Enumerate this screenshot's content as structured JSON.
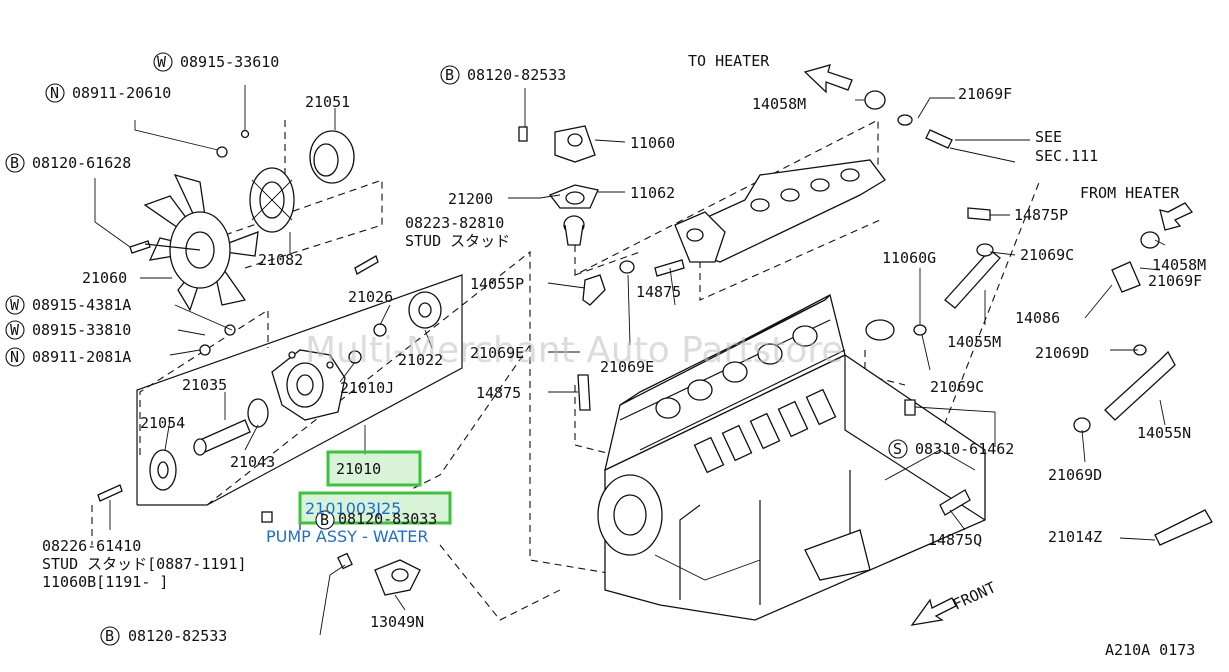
{
  "watermark": "Multi-Merchant Auto Partstore",
  "diagram_id": "A210A 0173",
  "highlight": {
    "part_label": "21010",
    "part_number": "2101003J25",
    "description": "PUMP ASSY - WATER"
  },
  "callouts": {
    "w_08915_33610": "08915-33610",
    "n_08911_20610": "08911-20610",
    "b_08120_61628": "08120-61628",
    "p21051": "21051",
    "p21082": "21082",
    "p21060": "21060",
    "stud1_pn": "08223-82810",
    "stud1_desc": "STUD スタッド",
    "w_08915_4381a": "08915-4381A",
    "w_08915_33810": "08915-33810",
    "n_08911_2081a": "08911-2081A",
    "p21026": "21026",
    "p21022": "21022",
    "p21010j": "21010J",
    "p21035": "21035",
    "p21054": "21054",
    "p21043": "21043",
    "stud2_pn": "08226-61410",
    "stud2_desc": "STUD スタッド[0887-1191]",
    "p11060b": "11060B[1191-     ]",
    "b_08120_83033": "08120-83033",
    "b_08120_82533_bottom": "08120-82533",
    "p13049n": "13049N",
    "b_08120_82533_top": "08120-82533",
    "p11060": "11060",
    "p11062": "11062",
    "p21200": "21200",
    "to_heater": "TO HEATER",
    "p14058m_top": "14058M",
    "p21069f_top": "21069F",
    "see": "SEE",
    "sec111": "SEC.111",
    "from_heater": "FROM HEATER",
    "p14058m_right": "14058M",
    "p21069f_right": "21069F",
    "p14875p": "14875P",
    "p21069c_top": "21069C",
    "p11060g": "11060G",
    "p14055m": "14055M",
    "p14086": "14086",
    "p21069d_top": "21069D",
    "p14055p": "14055P",
    "p21069e_left": "21069E",
    "p21069e_right": "21069E",
    "p14875_mid": "14875",
    "p14875_left": "14875",
    "p21069c_bottom": "21069C",
    "s_08310_61462": "08310-61462",
    "p14055n": "14055N",
    "p21069d_bottom": "21069D",
    "p14875q": "14875Q",
    "p21014z": "21014Z",
    "front": "FRONT"
  },
  "symbols": {
    "w": "W",
    "n": "N",
    "b": "B",
    "s": "S"
  }
}
